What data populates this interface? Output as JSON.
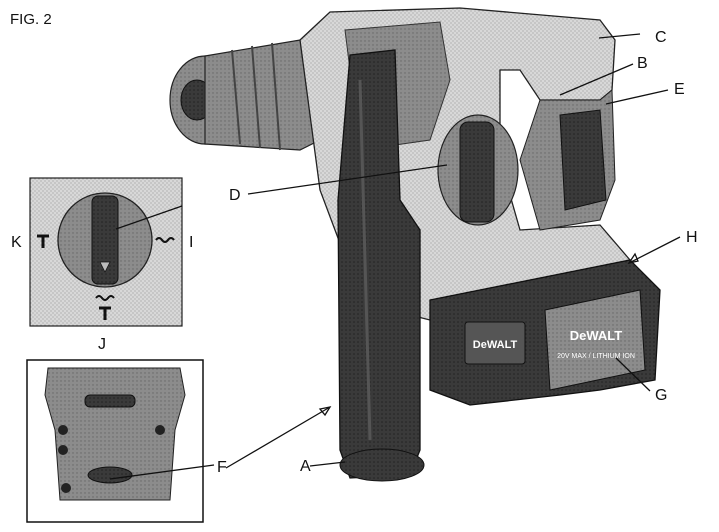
{
  "figure": {
    "title": "FIG. 2"
  },
  "labels": {
    "A": "A",
    "B": "B",
    "C": "C",
    "D": "D",
    "E": "E",
    "F": "F",
    "G": "G",
    "H": "H",
    "I": "I",
    "J": "J",
    "K": "K"
  },
  "branding": {
    "logo_body": "DeWALT",
    "logo_battery": "DeWALT",
    "battery_rating": "20V MAX / LITHIUM ION"
  }
}
